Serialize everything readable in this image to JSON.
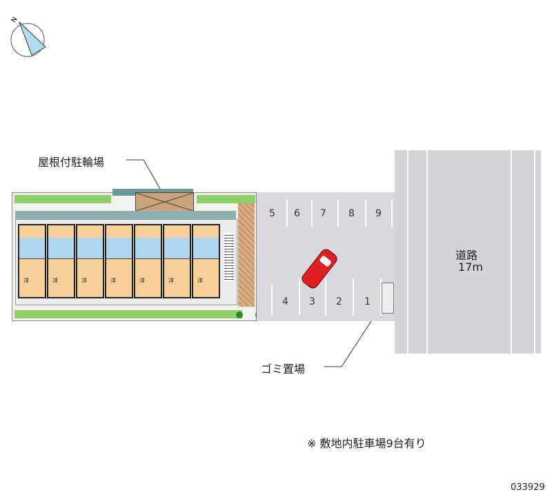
{
  "compass": {
    "label": "N"
  },
  "labels": {
    "bicycle_parking": "屋根付駐輪場",
    "garbage": "ゴミ置場",
    "road_name": "道路",
    "road_width": "17m",
    "note": "※ 敷地内駐車場9台有り",
    "id": "033929"
  },
  "parking": {
    "top": [
      "5",
      "6",
      "7",
      "8",
      "9"
    ],
    "bottom": [
      "4",
      "3",
      "2",
      "1"
    ]
  },
  "units": {
    "room_label": "洋"
  },
  "colors": {
    "grass": "#8fcf6a",
    "room": "#f7cf98",
    "wet": "#aed6f0",
    "parking": "#d9d9dd",
    "road": "#d4d4d8",
    "brick": "#d8b070",
    "car": "#e02020"
  }
}
